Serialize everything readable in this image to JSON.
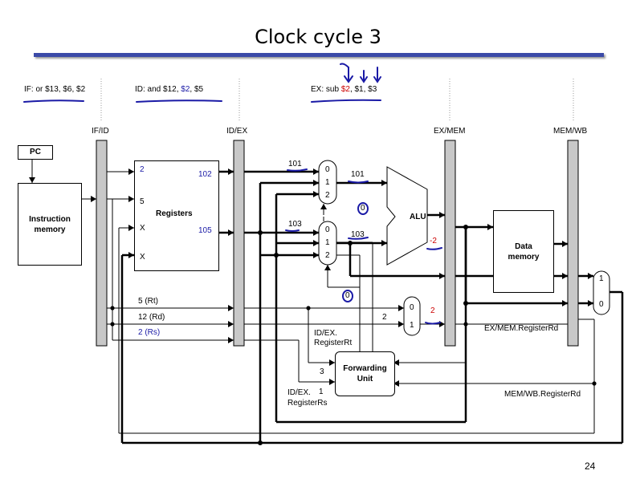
{
  "title": "Clock cycle 3",
  "page_number": "24",
  "stages": {
    "if": "IF: or $13, $6, $2",
    "id_prefix": "ID: and $12, ",
    "id_reg": "$2",
    "id_suffix": ", $5",
    "ex_prefix": "EX: sub ",
    "ex_reg": "$2",
    "ex_suffix": ", $1, $3"
  },
  "pipeline_registers": [
    "IF/ID",
    "ID/EX",
    "EX/MEM",
    "MEM/WB"
  ],
  "blocks": {
    "pc": "PC",
    "instruction_memory": "Instruction memory",
    "registers": "Registers",
    "alu": "ALU",
    "data_memory": "Data memory",
    "forwarding_unit": "Forwarding Unit"
  },
  "register_file": {
    "read1_input": "2",
    "read2_input": "5",
    "write_reg_input": "X",
    "write_data_input": "X",
    "read1_output": "102",
    "read2_output": "105"
  },
  "values": {
    "top_forward": "101",
    "top_alu_input": "101",
    "bottom_forward": "103",
    "bottom_alu_input": "103",
    "alu_result": "-2",
    "mux_top_select": "0",
    "mux_bottom_select": "0",
    "rd_mux_output": "2",
    "rd_mux_input": "2",
    "fwd_rt_value": "3",
    "fwd_rs_value": "1"
  },
  "mux_labels": {
    "three_way": [
      "0",
      "1",
      "2"
    ],
    "two_way": [
      "0",
      "1"
    ],
    "wb_mux": [
      "1",
      "0"
    ]
  },
  "field_labels": {
    "rt": "5 (Rt)",
    "rd": "12 (Rd)",
    "rs": "2 (Rs)",
    "idex_rt_line1": "ID/EX.",
    "idex_rt_line2": "RegisterRt",
    "idex_rs_line1": "ID/EX.",
    "idex_rs_line2": "RegisterRs",
    "exmem_rd": "EX/MEM.RegisterRd",
    "memwb_rd": "MEM/WB.RegisterRd"
  },
  "colors": {
    "title_bar": "#3b4aa8",
    "annotation_ink": "#1a1aa6",
    "highlight_red": "#cc0000",
    "pipeline_register_fill": "#c8c8c8"
  }
}
